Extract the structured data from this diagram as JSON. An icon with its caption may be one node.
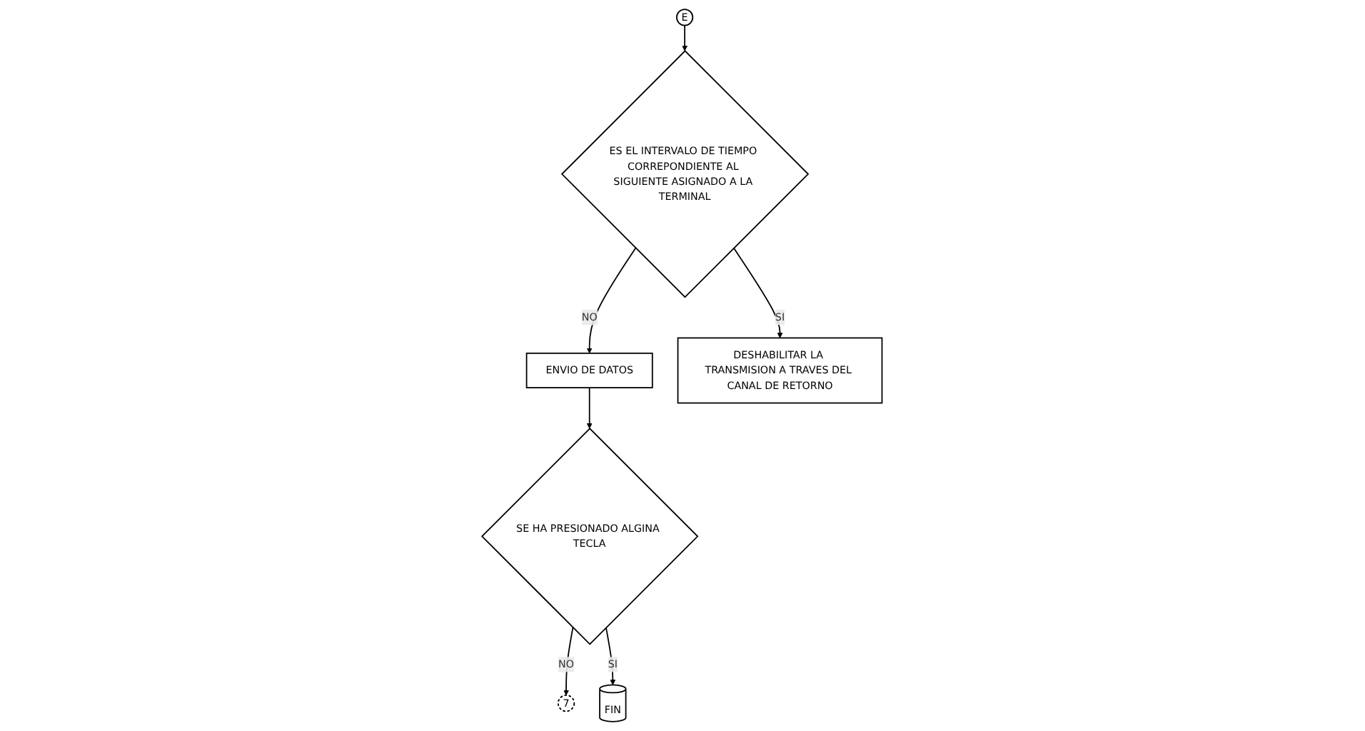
{
  "diagram": {
    "nodes": [
      {
        "text": [
          "E"
        ]
      },
      {
        "text": [
          "ES EL INTERVALO DE TIEMPO CORREPONDIENTE AL SIGUIENTE ASIGNADO A LA TERMINAL"
        ]
      },
      {
        "text": [
          "ENVIO DE DATOS"
        ]
      },
      {
        "text": [
          "DESHABILITAR LA TRANSMISION A TRAVES DEL CANAL DE RETORNO"
        ]
      },
      {
        "text": [
          "SE HA PRESIONADO ALGINA TECLA"
        ]
      },
      {
        "text": [
          "7"
        ]
      },
      {
        "text": [
          "FIN"
        ]
      }
    ],
    "edges": [
      {
        "from": 0,
        "to": 1,
        "arrow": "to"
      },
      {
        "from": 1,
        "to": 2,
        "label": "NO",
        "arrow": "to"
      },
      {
        "from": 1,
        "to": 3,
        "label": "SI",
        "arrow": "to"
      },
      {
        "from": 2,
        "to": 4,
        "arrow": "to"
      },
      {
        "from": 4,
        "to": 5,
        "label": "NO",
        "arrow": "to"
      },
      {
        "from": 4,
        "to": 6,
        "label": "SI",
        "arrow": "to"
      }
    ]
  }
}
